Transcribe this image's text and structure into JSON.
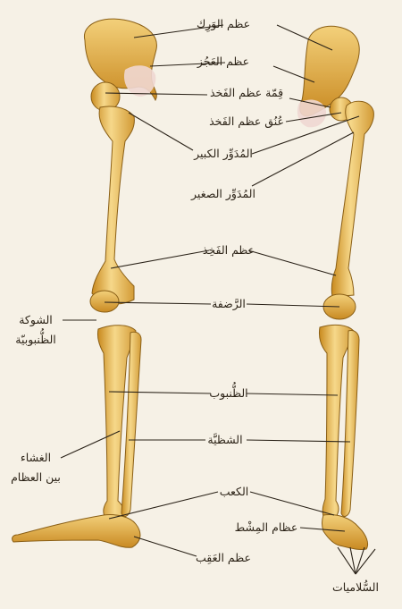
{
  "labels": {
    "hip_bone": "عظم الوَرِك",
    "sacrum": "عظم العَجُز",
    "femur_head": "قِمّة عظم الفَخذ",
    "femur_neck": "عُنُق عظم الفَخذ",
    "greater_trochanter": "المُدَوِّر الكبير",
    "lesser_trochanter": "المُدَوِّر الصغير",
    "femur": "عظم الفَخِذ",
    "patella": "الرَّضفة",
    "tibial_spine_line1": "الشوكة",
    "tibial_spine_line2": "الظُّنبوبيّة",
    "tibia": "الظُّنبوب",
    "fibula": "الشظيَّة",
    "interosseous_line1": "الغشاء",
    "interosseous_line2": "بين العظام",
    "ankle": "الكعب",
    "metatarsals": "عظام المِشْط",
    "calcaneus": "عظم العَقِب",
    "phalanges": "السُّلاميات"
  }
}
